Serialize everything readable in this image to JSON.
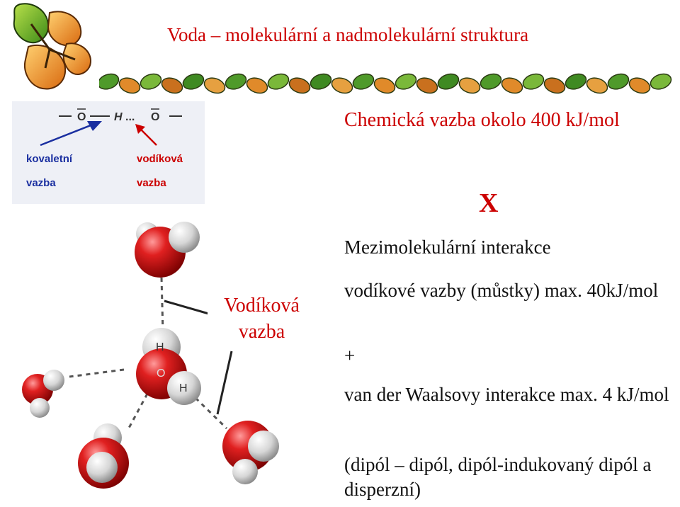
{
  "title": "Voda – molekulární a nadmolekulární struktura",
  "diagram": {
    "o1": "O",
    "h": "H",
    "dots": "...",
    "o2": "O",
    "covalent_label_1": "kovaletní",
    "covalent_label_2": "vazba",
    "hydrogen_label_1": "vodíková",
    "hydrogen_label_2": "vazba"
  },
  "molecule_labels": {
    "h1": "H",
    "o": "O",
    "h2": "H"
  },
  "hbond_callout": {
    "line1": "Vodíková",
    "line2": "vazba"
  },
  "text": {
    "chem_bond": "Chemická vazba okolo 400 kJ/mol",
    "x": "X",
    "intermolecular": "Mezimolekulární interakce",
    "hbonds": "vodíkové vazby (můstky) max. 40kJ/mol",
    "plus": "+",
    "vdw": "van der Waalsovy interakce max. 4 kJ/mol",
    "dipole": "(dipól – dipól, dipól-indukovaný dipól a disperzní)"
  },
  "colors": {
    "accent": "#cc0000",
    "label_blue": "#1a2fa0",
    "label_red": "#cc0000"
  }
}
